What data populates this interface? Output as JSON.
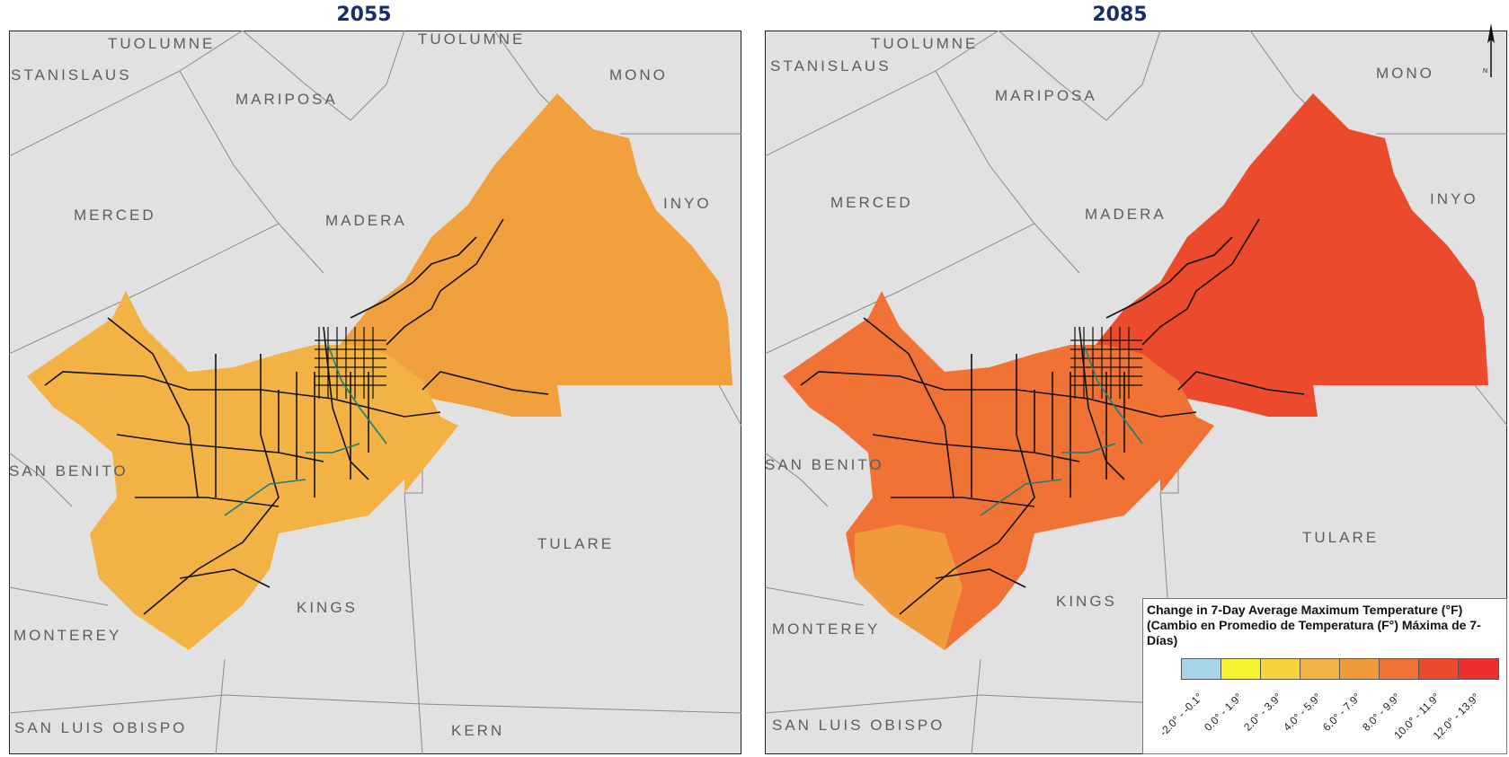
{
  "panels": [
    {
      "year": "2055",
      "region_color": "#f3b244",
      "east_color": "#f0a13e",
      "counties": [
        "TUOLUMNE",
        "TUOLUMNE",
        "STANISLAUS",
        "MARIPOSA",
        "MONO",
        "MERCED",
        "MADERA",
        "INYO",
        "SAN BENITO",
        "TULARE",
        "KINGS",
        "MONTEREY",
        "SAN LUIS OBISPO",
        "KERN"
      ]
    },
    {
      "year": "2085",
      "region_color": "#f07234",
      "east_color": "#ec4a2c",
      "counties": [
        "TUOLUMNE",
        "STANISLAUS",
        "MARIPOSA",
        "MONO",
        "MERCED",
        "MADERA",
        "INYO",
        "SAN BENITO",
        "TULARE",
        "KINGS",
        "MONTEREY",
        "SAN LUIS OBISPO"
      ]
    }
  ],
  "legend": {
    "title": "Change in 7-Day Average Maximum Temperature (°F) (Cambio en Promedio de Temperatura (F°) Máxima de 7- Días)",
    "classes": [
      {
        "label": "-2.0° - -0.1°",
        "color": "#a8d4ea"
      },
      {
        "label": "0.0° - 1.9°",
        "color": "#f5f232"
      },
      {
        "label": "2.0° - 3.9°",
        "color": "#f5d43e"
      },
      {
        "label": "4.0° - 5.9°",
        "color": "#f3b244"
      },
      {
        "label": "6.0° - 7.9°",
        "color": "#f19a3c"
      },
      {
        "label": "8.0° - 9.9°",
        "color": "#f07234"
      },
      {
        "label": "10.0° - 11.9°",
        "color": "#ec4a2c"
      },
      {
        "label": "12.0° - 13.9°",
        "color": "#ea2f2e"
      }
    ]
  },
  "north_arrow": {
    "letter": "N",
    "icon": "north-arrow-icon"
  },
  "colors": {
    "background": "#e1e1e1",
    "county_border": "#8a8a8a",
    "roads": "#111111",
    "water": "#1b7d7a"
  }
}
